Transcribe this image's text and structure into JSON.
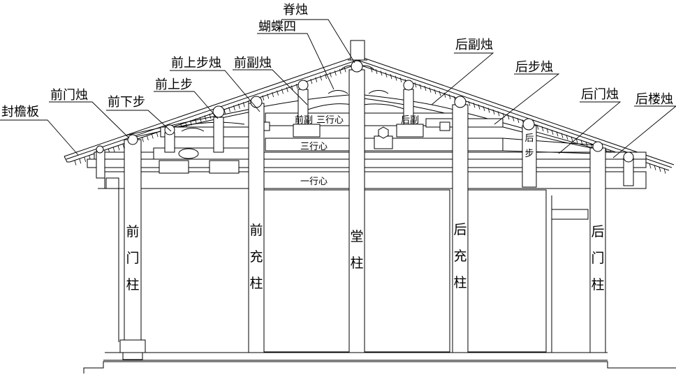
{
  "labels": {
    "ji_zhu": "脊烛",
    "hu_die_si": "蝴蝶四",
    "hou_fu_zhu": "后副烛",
    "hou_bu_zhu": "后步烛",
    "qian_shang_bu_zhu": "前上步烛",
    "qian_fu_zhu": "前副烛",
    "qian_shang_bu": "前上步",
    "qian_men_zhu": "前门烛",
    "qian_xia_bu": "前下步",
    "feng_yan_ban": "封檐板",
    "hou_men_zhu": "后门烛",
    "hou_lou_zhu": "后楼烛"
  },
  "beam_labels": {
    "san_xing_xin_top": "三行心",
    "san_xing_xin_mid": "三行心",
    "yi_xing_xin": "一行心",
    "qian_fu_small": "前副",
    "hou_fu_small": "后副"
  },
  "columns": {
    "qian_men_zhu": "前门柱",
    "qian_chong_zhu": "前充柱",
    "tang_zhu": "堂柱",
    "hou_chong_zhu": "后充柱",
    "hou_men_zhu": "后门柱",
    "hou_bu": "后步"
  }
}
